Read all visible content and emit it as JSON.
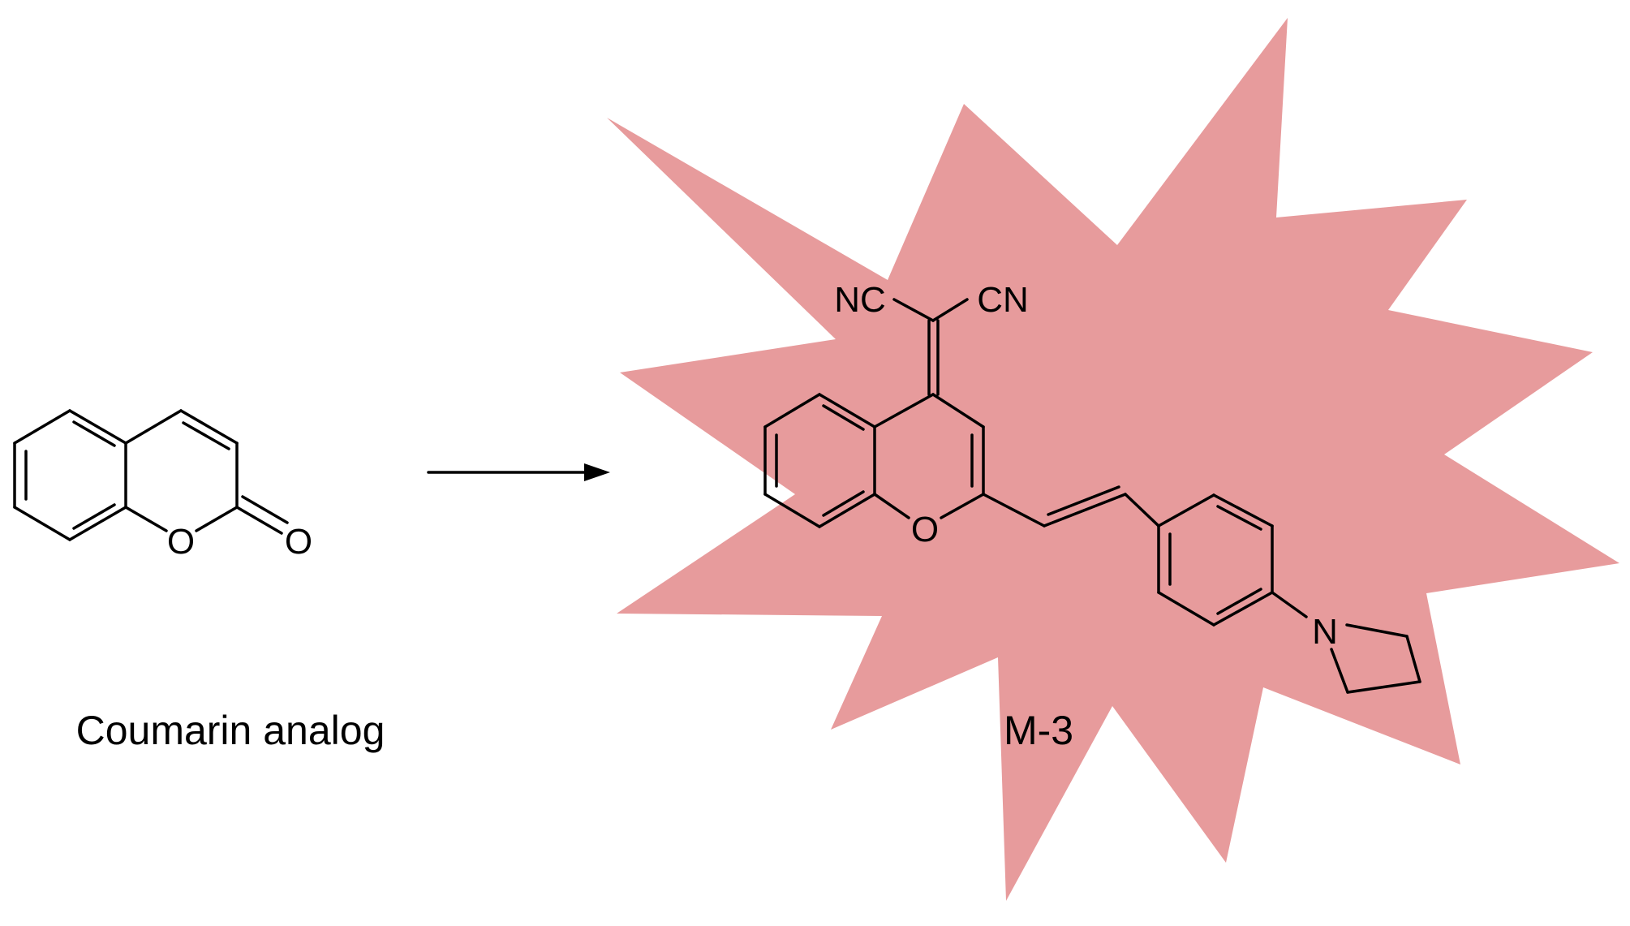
{
  "reactant": {
    "caption": "Coumarin analog",
    "atoms": {
      "ring_oxygen": "O",
      "carbonyl_oxygen": "O"
    }
  },
  "product": {
    "caption": "M-3",
    "atoms": {
      "nitrile_left": "NC",
      "nitrile_right": "CN",
      "ring_oxygen": "O",
      "amine_nitrogen": "N"
    }
  },
  "colors": {
    "burst_fill": "#e79b9c",
    "ink": "#000000",
    "background": "#ffffff"
  },
  "icons": {
    "reaction_arrow": "right-arrow-icon",
    "highlight": "starburst-shape"
  }
}
